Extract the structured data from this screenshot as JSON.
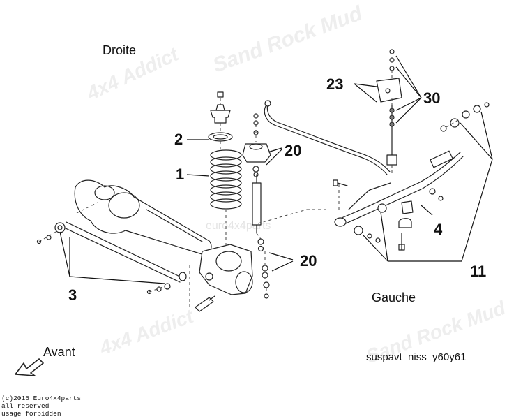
{
  "labels": {
    "droite": "Droite",
    "gauche": "Gauche",
    "avant": "Avant",
    "code": "suspavt_niss_y60y61"
  },
  "callouts": {
    "c1": "1",
    "c2": "2",
    "c3": "3",
    "c4": "4",
    "c11": "11",
    "c20a": "20",
    "c20b": "20",
    "c23": "23",
    "c30": "30"
  },
  "copyright": {
    "line1": "(c)2016 Euro4x4parts",
    "line2": "all reserved",
    "line3": "usage forbidden"
  },
  "watermark": {
    "brand1": "Sand Rock Mud",
    "brand2": "4x4 Addict",
    "brand3": "euro4x4parts"
  },
  "colors": {
    "ink": "#111111",
    "watermark": "#eeeeee"
  }
}
